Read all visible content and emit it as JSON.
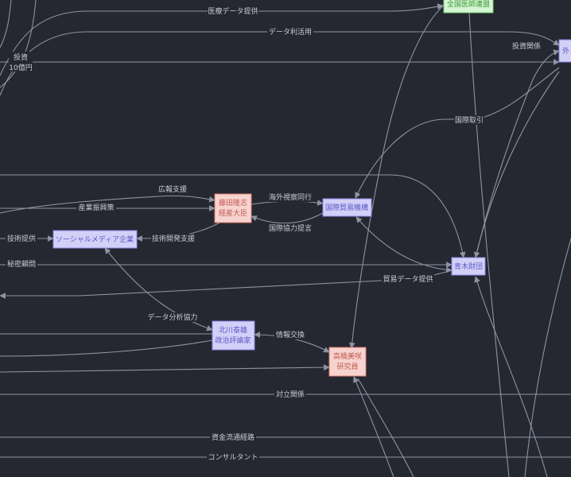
{
  "colors": {
    "background": "#252830",
    "edge": "#8e93a4",
    "label_text": "#c9ccd6",
    "node_blue_fill": "#d3d0f8",
    "node_blue_stroke": "#8a86e8",
    "node_blue_text": "#5a57c6",
    "node_red_fill": "#f7d3cf",
    "node_red_stroke": "#e07b72",
    "node_red_text": "#c35a51",
    "node_green_fill": "#d6f5d3",
    "node_green_stroke": "#6fcf6a",
    "node_green_text": "#3c9b38"
  },
  "nodes": [
    {
      "id": "zenkoku",
      "lines": [
        "全国医師連盟"
      ],
      "style": "green"
    },
    {
      "id": "gaimu",
      "lines": [
        "外"
      ],
      "style": "blue"
    },
    {
      "id": "fujita",
      "lines": [
        "藤田隆志",
        "経産大臣"
      ],
      "style": "red"
    },
    {
      "id": "kokusai",
      "lines": [
        "国際貿易機構"
      ],
      "style": "blue"
    },
    {
      "id": "social",
      "lines": [
        "ソーシャルメディア企業"
      ],
      "style": "blue"
    },
    {
      "id": "aoki",
      "lines": [
        "青木財団"
      ],
      "style": "blue"
    },
    {
      "id": "kitagawa",
      "lines": [
        "北川泰雄",
        "政治評論家"
      ],
      "style": "blue"
    },
    {
      "id": "takahashi",
      "lines": [
        "高橋美咲",
        "研究員"
      ],
      "style": "red"
    }
  ],
  "edge_labels": [
    {
      "id": "l1",
      "text": "医療データ提供"
    },
    {
      "id": "l2",
      "text": "データ利活用"
    },
    {
      "id": "l3",
      "text": "投資関係"
    },
    {
      "id": "l4a",
      "text": "投資"
    },
    {
      "id": "l4b",
      "text": "10億円"
    },
    {
      "id": "l5",
      "text": "国際取引"
    },
    {
      "id": "l6",
      "text": "広報支援"
    },
    {
      "id": "l7",
      "text": "海外視察同行"
    },
    {
      "id": "l8",
      "text": "産業振興策"
    },
    {
      "id": "l9",
      "text": "国際協力提言"
    },
    {
      "id": "l10",
      "text": "技術提供"
    },
    {
      "id": "l11",
      "text": "技術開発支援"
    },
    {
      "id": "l12",
      "text": "秘密顧問"
    },
    {
      "id": "l13",
      "text": "貿易データ提供"
    },
    {
      "id": "l14",
      "text": "データ分析協力"
    },
    {
      "id": "l15",
      "text": "情報交換"
    },
    {
      "id": "l16",
      "text": "対立関係"
    },
    {
      "id": "l17",
      "text": "資金流通経路"
    },
    {
      "id": "l18",
      "text": "コンサルタント"
    }
  ]
}
